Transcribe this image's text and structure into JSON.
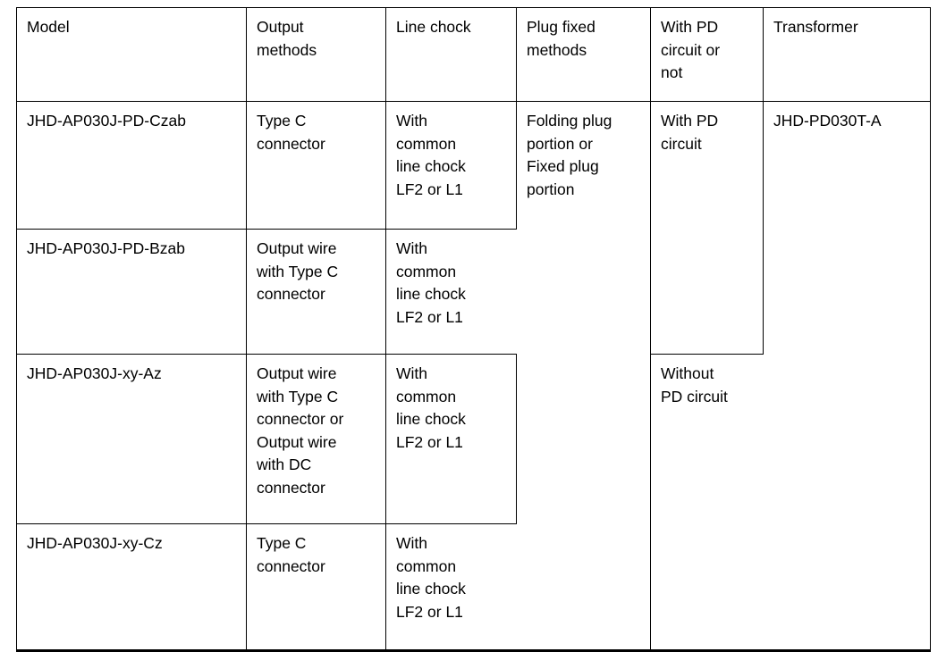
{
  "table": {
    "caption": "",
    "headers": [
      "Model",
      "Output\nmethods",
      "Line chock",
      "Plug fixed\nmethods",
      "With PD\ncircuit or\nnot",
      "Transformer"
    ],
    "rows": [
      {
        "model": "JHD-AP030J-PD-Czab",
        "output_methods": "Type C\nconnector",
        "line_chock": "With\ncommon\nline chock\nLF2 or L1"
      },
      {
        "model": "JHD-AP030J-PD-Bzab",
        "output_methods": "Output wire\nwith Type C\nconnector",
        "line_chock": "With\ncommon\nline chock\nLF2 or L1"
      },
      {
        "model": "JHD-AP030J-xy-Az",
        "output_methods": "Output wire\nwith Type C\nconnector or\nOutput wire\nwith DC\nconnector",
        "line_chock": "With\ncommon\nline chock\nLF2 or L1"
      },
      {
        "model": "JHD-AP030J-xy-Cz",
        "output_methods": "Type C\nconnector",
        "line_chock": "With\ncommon\nline chock\nLF2 or L1"
      }
    ],
    "merged": {
      "plug_fixed_methods": "Folding plug\nportion or\nFixed plug\nportion",
      "pd_circuit_with": "With PD\ncircuit",
      "pd_circuit_without": "Without\nPD circuit",
      "transformer": "JHD-PD030T-A"
    }
  },
  "colors": {
    "text": "#000000",
    "border": "#000000",
    "background": "#ffffff"
  }
}
